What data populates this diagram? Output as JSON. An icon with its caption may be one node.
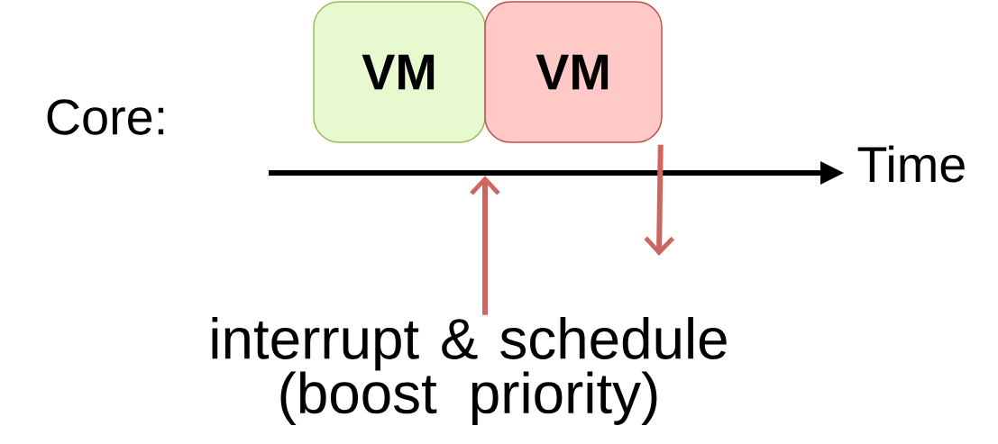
{
  "diagram": {
    "nodes": [
      {
        "text": [
          "VM"
        ]
      },
      {
        "text": [
          "VM"
        ]
      },
      {
        "text": [
          "interrupt & schedule (boost priority)"
        ]
      },
      {
        "text": [],
        "shape": "arrow",
        "beside": [
          "Time"
        ]
      }
    ],
    "edges": [
      {
        "from": 2,
        "to": 3,
        "arrow": "to",
        "color": "#cd6660"
      },
      {
        "from": 1,
        "to": null,
        "arrow": "to",
        "color": "#cd6660"
      }
    ],
    "labels": [
      "Core:"
    ]
  }
}
